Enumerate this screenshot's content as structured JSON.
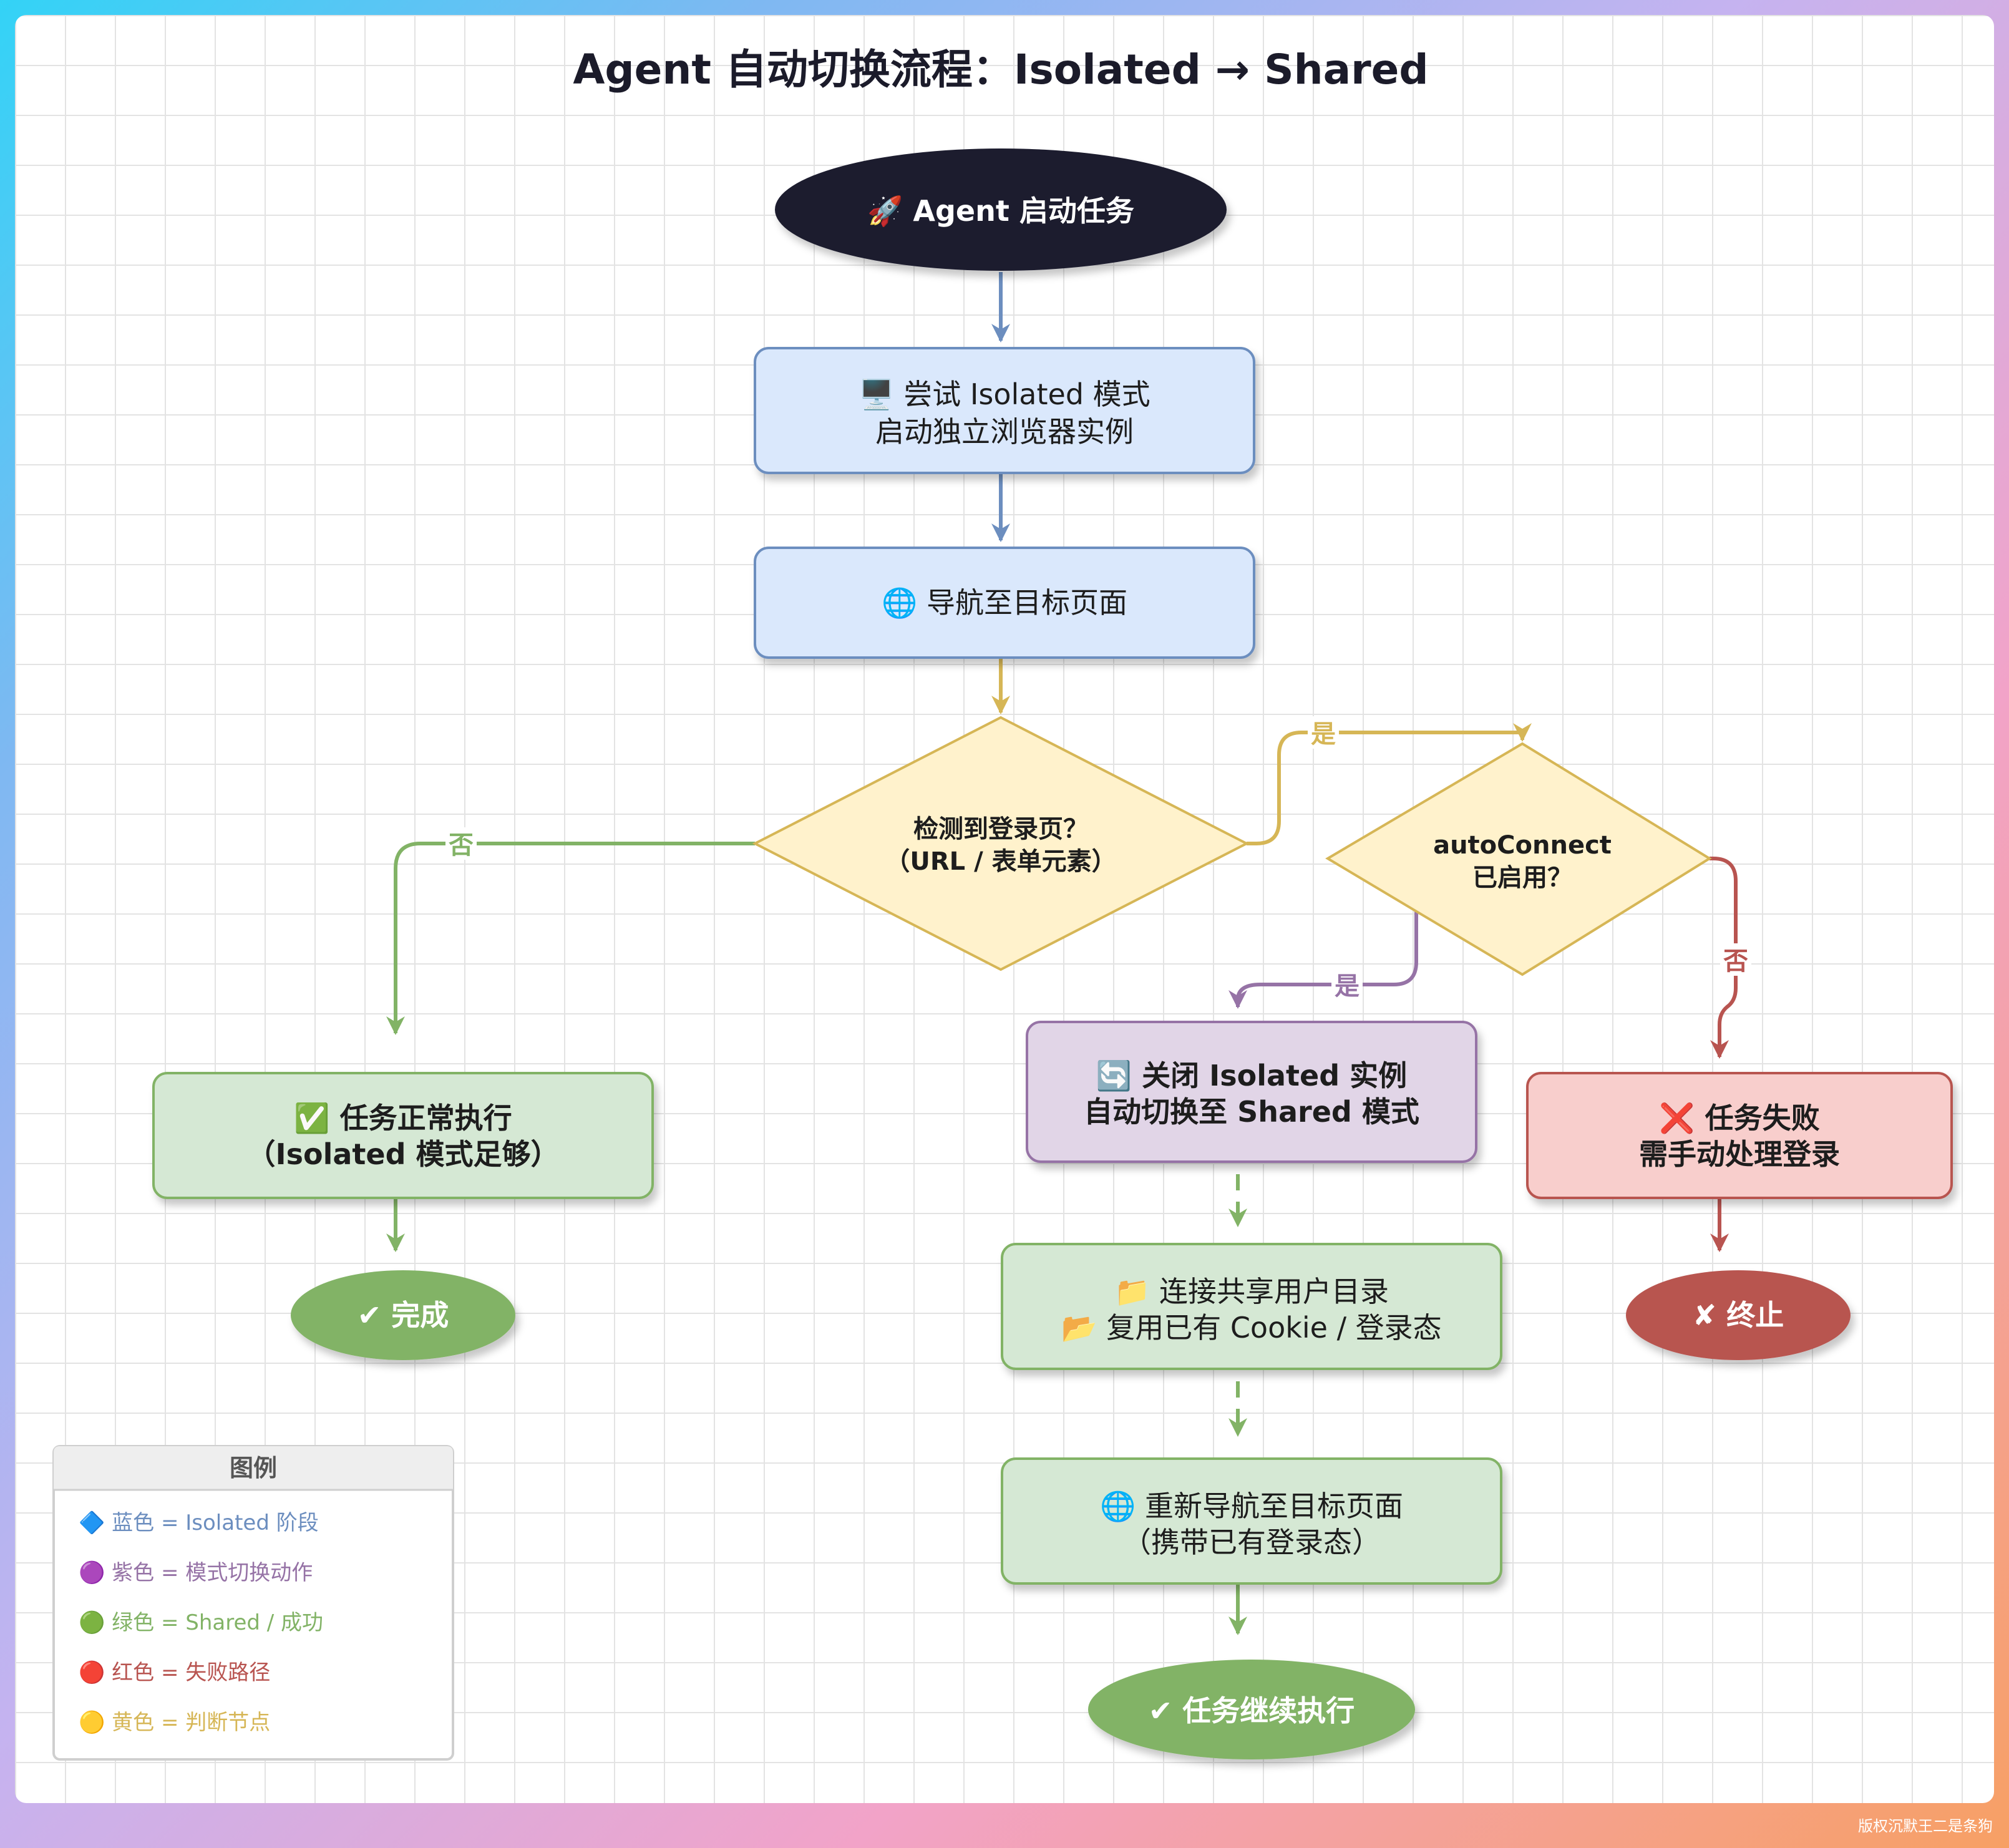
{
  "title": "Agent 自动切换流程：Isolated → Shared",
  "nodes": {
    "start": {
      "icon": "rocket-icon",
      "text": "🚀 Agent 启动任务"
    },
    "try_isolated": {
      "icon": "monitor-icon",
      "line1": "🖥️ 尝试 Isolated 模式",
      "line2": "启动独立浏览器实例"
    },
    "navigate": {
      "icon": "globe-icon",
      "text": "🌐 导航至目标页面"
    },
    "detect_login": {
      "line1": "检测到登录页？",
      "line2": "（URL / 表单元素）"
    },
    "autoconnect": {
      "line1": "autoConnect",
      "line2": "已启用？"
    },
    "normal_exec": {
      "icon": "check-box-icon",
      "line1": "✅ 任务正常执行",
      "line2": "（Isolated 模式足够）"
    },
    "switch_shared": {
      "icon": "refresh-icon",
      "line1": "🔄 关闭 Isolated 实例",
      "line2": "自动切换至 Shared 模式"
    },
    "task_fail": {
      "icon": "cross-icon",
      "line1": "❌ 任务失败",
      "line2": "需手动处理登录"
    },
    "done": {
      "text": "✔ 完成"
    },
    "connect_dir": {
      "icon": "folder-icon",
      "line1": "📁 连接共享用户目录",
      "line2": "📂 复用已有 Cookie / 登录态"
    },
    "terminate": {
      "text": "✘ 终止"
    },
    "renavigate": {
      "icon": "globe-icon",
      "line1": "🌐 重新导航至目标页面",
      "line2": "（携带已有登录态）"
    },
    "continue": {
      "text": "✔ 任务继续执行"
    }
  },
  "edge_labels": {
    "detect_no": "否",
    "detect_yes": "是",
    "auto_yes": "是",
    "auto_no": "否"
  },
  "legend": {
    "title": "图例",
    "items": [
      {
        "icon": "blue-diamond-icon",
        "text": "🔷 蓝色 = Isolated 阶段",
        "color": "#6c8ebf"
      },
      {
        "icon": "purple-circle-icon",
        "text": "🟣 紫色 = 模式切换动作",
        "color": "#9673a6"
      },
      {
        "icon": "green-circle-icon",
        "text": "🟢 绿色 = Shared / 成功",
        "color": "#82b366"
      },
      {
        "icon": "red-circle-icon",
        "text": "🔴 红色 = 失败路径",
        "color": "#b85450"
      },
      {
        "icon": "yellow-circle-icon",
        "text": "🟡 黄色 = 判断节点",
        "color": "#d6b656"
      }
    ]
  },
  "colors": {
    "blue_fill": "#dae8fc",
    "blue_stroke": "#6c8ebf",
    "yellow_fill": "#fff2cc",
    "yellow_stroke": "#d6b656",
    "green_fill": "#d5e8d4",
    "green_stroke": "#82b366",
    "purple_fill": "#e1d5e7",
    "purple_stroke": "#9673a6",
    "red_fill": "#f8cecc",
    "red_stroke": "#b85450",
    "start_fill": "#1a1a2e"
  },
  "watermark": "版权沉默王二是条狗"
}
